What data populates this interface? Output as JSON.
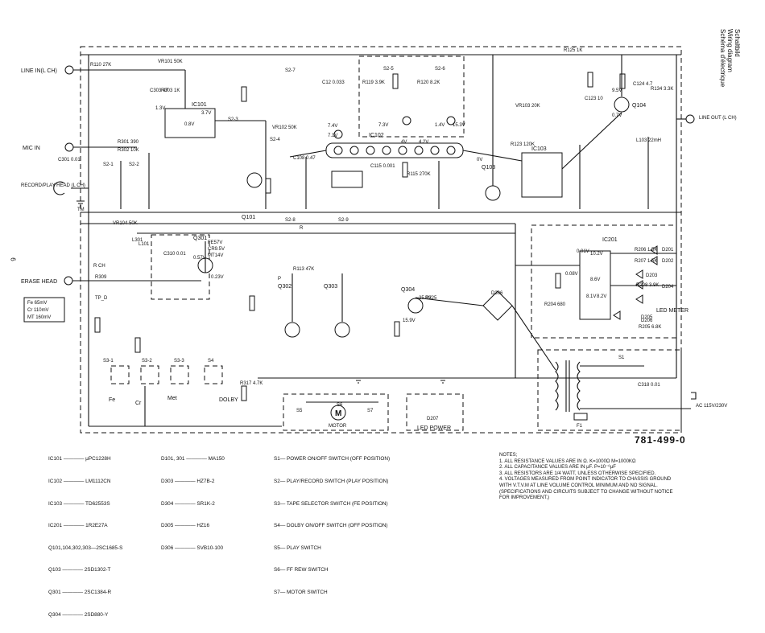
{
  "side_title": [
    "Schaltbild",
    "Wiring diagram",
    "Schéma d'électrique"
  ],
  "page_number": "6",
  "part_number": "781-499-0",
  "io_labels": {
    "line_in": "LINE IN(L CH)",
    "mic_in": "MIC IN",
    "rec_head": "RECORD/PLAY HEAD (L CH)",
    "erase_head": "ERASE HEAD",
    "line_out": "LINE OUT (L CH)",
    "led_meter": "LED METER",
    "led_power": "LED POWER",
    "motor": "MOTOR",
    "ac": "AC 115V/230V",
    "dolby": "DOLBY",
    "fe": "Fe",
    "cr": "Cr",
    "met": "Met"
  },
  "erase_box": [
    "Fe  65mV",
    "Cr  110mV",
    "MT  160mV"
  ],
  "ic_labels": [
    "IC101",
    "IC102",
    "IC103",
    "IC201"
  ],
  "transistor_labels": [
    "Q101",
    "Q103",
    "Q104",
    "Q301",
    "Q302",
    "Q303",
    "Q304"
  ],
  "component_labels": [
    "R110 27K",
    "VR101 50K",
    "R303 1K",
    "C303 47",
    "R301 390",
    "R302 10K",
    "C301 0.01",
    "S2-1",
    "S2-2",
    "S2-3",
    "S2-4",
    "S2-5",
    "S2-6",
    "S2-7",
    "S2-8",
    "S2-9",
    "R113 47K",
    "C12 0.033",
    "R119 3.9K",
    "R120 8.2K",
    "R115 270K",
    "VR103 20K",
    "R125 1K",
    "R134 3.3K",
    "C124 4.7",
    "R123 120K",
    "C123 10",
    "L103 22mH",
    "VR102 50K",
    "VR104 50K",
    "C108 0.47",
    "C115 0.001",
    "L101",
    "L301",
    "C310 0.01",
    "R309",
    "TP_D",
    "S3-1",
    "S3-2",
    "S3-3",
    "S4",
    "R317 4.7K",
    "R325",
    "D306",
    "D207",
    "C318 0.01",
    "F1",
    "S1",
    "R204 680",
    "R206 1.5K",
    "R207 1.5K",
    "R208 3.9K",
    "R205 6.8K",
    "D201",
    "D202",
    "D203",
    "D204",
    "D205",
    "D206",
    "S5",
    "S6",
    "S7",
    "TM",
    "R CH",
    "P",
    "R",
    "FE57V",
    "CR9.5V",
    "MT14V"
  ],
  "voltages": [
    "3.7V",
    "1.3V",
    "0.8V",
    "0.7V",
    "7.4V",
    "7.1V",
    "7.3V",
    "1.4V",
    "15.3V",
    "4.2V",
    "4V",
    "9.5V",
    "10.2V",
    "0.01V",
    "0.08V",
    "8.1V",
    "8.2V",
    "8.6V",
    "0.57V",
    "0.23V",
    "25.8V",
    "15.9V",
    "0V"
  ],
  "legend": [
    "IC101 ———— μPC1228H",
    "IC102 ———— LM1112CN",
    "IC103 ———— TD62553S",
    "IC201 ———— 1R2E27A",
    "Q101,104,302,303—2SC1685-S",
    "Q103 ———— 2SD1302-T",
    "Q301 ———— 2SC1384-R",
    "Q304 ———— 2SD880-Y"
  ],
  "diodes": [
    "D101, 301 ———— MA150",
    "D303 ———— HZ7B-2",
    "D304 ———— SR1K-2",
    "D305 ———— HZ16",
    "D306 ———— SVB10-100"
  ],
  "switches": [
    "S1— POWER ON/OFF SWITCH (OFF POSITION)",
    "S2— PLAY/RECORD SWITCH (PLAY POSITION)",
    "S3— TAPE SELECTOR SWITCH (FE POSITION)",
    "S4— DOLBY ON/OFF SWITCH (OFF POSITION)",
    "S5— PLAY SWITCH",
    "S6— FF REW SWITCH",
    "S7— MOTOR SWITCH"
  ],
  "notes": [
    "NOTES;",
    "1.  ALL RESISTANCE VALUES ARE IN Ω. K=1000Ω  M=1000KΩ",
    "2.  ALL CAPACITANCE VALUES ARE IN μF. P=10⁻⁶μF",
    "3.  ALL RESISTORS ARE 1/4 WATT, UNLESS OTHERWISE SPECIFIED.",
    "4.  VOLTAGES MEASURED FROM POINT INDICATOR TO CHASSIS GROUND",
    "     WITH V.T.V.M AT LINE VOLUME CONTROL MINIMUM AND NO SIGNAL.",
    "(SPECIFICATIONS AND CIRCUITS SUBJECT TO CHANGE WITHOUT NOTICE",
    "FOR IMPROVEMENT.)"
  ]
}
